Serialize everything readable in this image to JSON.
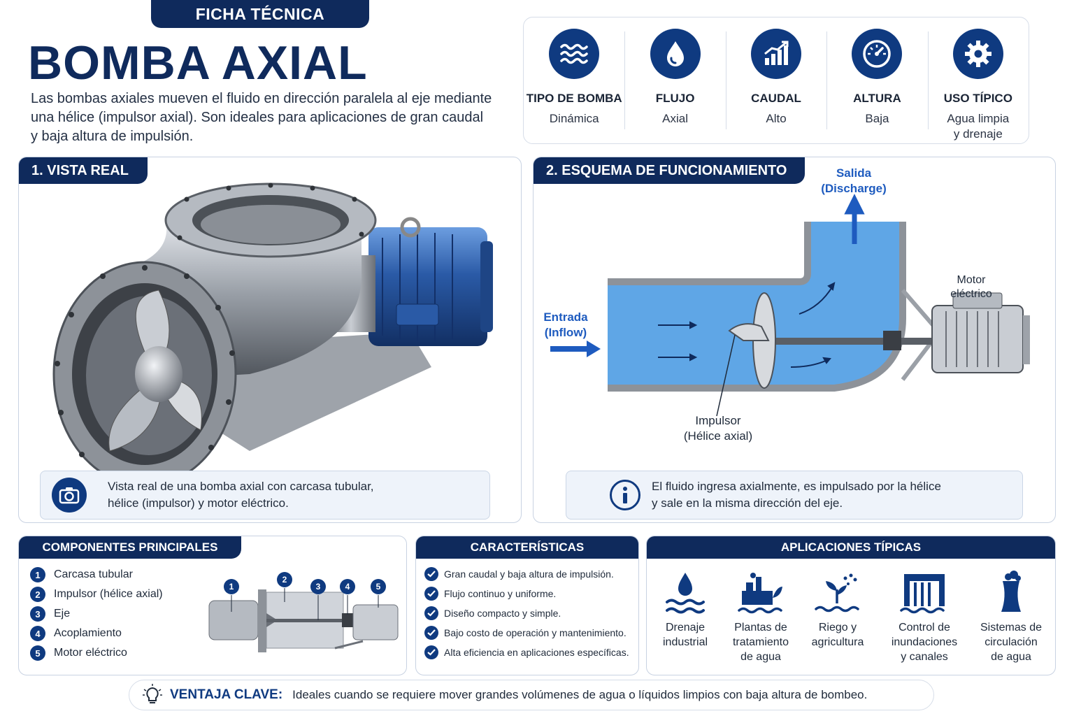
{
  "header": {
    "tab": "FICHA TÉCNICA",
    "title": "BOMBA AXIAL",
    "intro": "Las bombas axiales mueven el fluido en dirección paralela al eje mediante una hélice (impulsor axial). Son ideales para aplicaciones de gran caudal y baja altura de impulsión."
  },
  "summary": [
    {
      "icon": "waves-icon",
      "title": "TIPO DE BOMBA",
      "value": "Dinámica"
    },
    {
      "icon": "water-drop-icon",
      "title": "FLUJO",
      "value": "Axial"
    },
    {
      "icon": "bar-chart-icon",
      "title": "CAUDAL",
      "value": "Alto"
    },
    {
      "icon": "gauge-icon",
      "title": "ALTURA",
      "value": "Baja"
    },
    {
      "icon": "gear-icon",
      "title": "USO TÍPICO",
      "value": "Agua limpia\ny drenaje"
    }
  ],
  "panel1": {
    "tab": "1. VISTA REAL",
    "caption_line1": "Vista real de una bomba axial con carcasa tubular,",
    "caption_line2": "hélice (impulsor) y motor eléctrico.",
    "caption_icon": "camera-icon"
  },
  "panel2": {
    "tab": "2. ESQUEMA DE FUNCIONAMIENTO",
    "outlet_line1": "Salida",
    "outlet_line2": "(Discharge)",
    "inlet_line1": "Entrada",
    "inlet_line2": "(Inflow)",
    "motor_line1": "Motor",
    "motor_line2": "eléctrico",
    "impeller_line1": "Impulsor",
    "impeller_line2": "(Hélice axial)",
    "caption_line1": "El fluido ingresa axialmente, es impulsado por la hélice",
    "caption_line2": "y sale en la misma dirección del eje.",
    "caption_icon": "info-icon"
  },
  "components": {
    "title": "COMPONENTES PRINCIPALES",
    "items": [
      {
        "n": "1",
        "label": "Carcasa tubular"
      },
      {
        "n": "2",
        "label": "Impulsor (hélice axial)"
      },
      {
        "n": "3",
        "label": "Eje"
      },
      {
        "n": "4",
        "label": "Acoplamiento"
      },
      {
        "n": "5",
        "label": "Motor eléctrico"
      }
    ]
  },
  "characteristics": {
    "title": "CARACTERÍSTICAS",
    "items": [
      "Gran caudal y baja altura de impulsión.",
      "Flujo continuo y uniforme.",
      "Diseño compacto y simple.",
      "Bajo costo de operación y mantenimiento.",
      "Alta eficiencia en aplicaciones específicas."
    ]
  },
  "applications": {
    "title": "APLICACIONES TÍPICAS",
    "items": [
      {
        "icon": "drain-icon",
        "label": "Drenaje\nindustrial"
      },
      {
        "icon": "treatment-plant-icon",
        "label": "Plantas de\ntratamiento\nde agua"
      },
      {
        "icon": "irrigation-icon",
        "label": "Riego y\nagricultura"
      },
      {
        "icon": "flood-control-icon",
        "label": "Control de\ninundaciones\ny canales"
      },
      {
        "icon": "cooling-tower-icon",
        "label": "Sistemas de\ncirculación\nde agua"
      }
    ]
  },
  "key_advantage": {
    "label": "VENTAJA CLAVE:",
    "text": "Ideales cuando se requiere mover grandes volúmenes de agua o líquidos limpios con baja altura de bombeo."
  },
  "colors": {
    "navy": "#0f2a5c",
    "blue": "#0f3a80",
    "water": "#5fa6e6",
    "accent": "#1e5bbf"
  }
}
